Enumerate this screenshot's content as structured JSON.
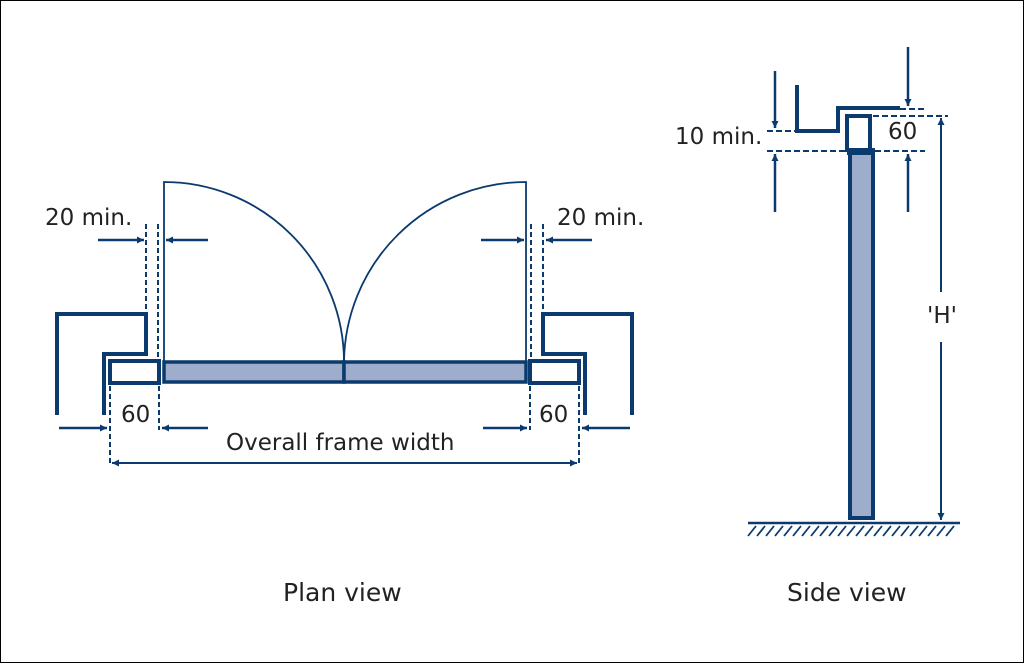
{
  "colors": {
    "stroke": "#0b3a6e",
    "fill": "#9fadcc",
    "text": "#222222"
  },
  "plan_view": {
    "caption": "Plan view",
    "left_gap_label": "20 min.",
    "right_gap_label": "20 min.",
    "left_frame_label": "60",
    "right_frame_label": "60",
    "overall_label": "Overall frame width"
  },
  "side_view": {
    "caption": "Side view",
    "top_gap_label": "10 min.",
    "frame_label": "60",
    "height_label": "'H'"
  }
}
